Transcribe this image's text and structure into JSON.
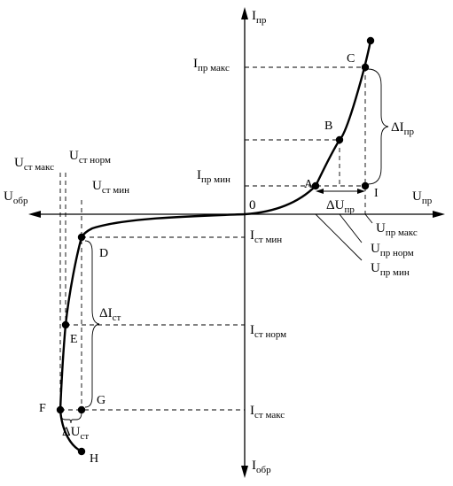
{
  "axes": {
    "i_forward": {
      "main": "I",
      "sub": "пр"
    },
    "i_reverse": {
      "main": "I",
      "sub": "обр"
    },
    "u_forward": {
      "main": "U",
      "sub": "пр"
    },
    "u_reverse": {
      "main": "U",
      "sub": "обр"
    },
    "origin": "0"
  },
  "forward_labels": {
    "i_max": {
      "main": "I",
      "sub": "пр макс"
    },
    "i_min": {
      "main": "I",
      "sub": "пр мин"
    },
    "u_max": {
      "main": "U",
      "sub": "пр макс"
    },
    "u_norm": {
      "main": "U",
      "sub": "пр норм"
    },
    "u_min": {
      "main": "U",
      "sub": "пр мин"
    },
    "delta_i": {
      "main": "ΔI",
      "sub": "пр"
    },
    "delta_u": {
      "main": "ΔU",
      "sub": "пр"
    }
  },
  "stab_labels": {
    "u_max": {
      "main": "U",
      "sub": "ст макс"
    },
    "u_norm": {
      "main": "U",
      "sub": "ст норм"
    },
    "u_min": {
      "main": "U",
      "sub": "ст мин"
    },
    "i_min": {
      "main": "I",
      "sub": "ст мин"
    },
    "i_norm": {
      "main": "I",
      "sub": "ст норм"
    },
    "i_max": {
      "main": "I",
      "sub": "ст макс"
    },
    "delta_i": {
      "main": "ΔI",
      "sub": "ст"
    },
    "delta_u": {
      "main": "ΔU",
      "sub": "ст"
    }
  },
  "points": {
    "A": "A",
    "B": "B",
    "C": "C",
    "I": "I",
    "D": "D",
    "E": "E",
    "F": "F",
    "G": "G",
    "H": "H"
  }
}
